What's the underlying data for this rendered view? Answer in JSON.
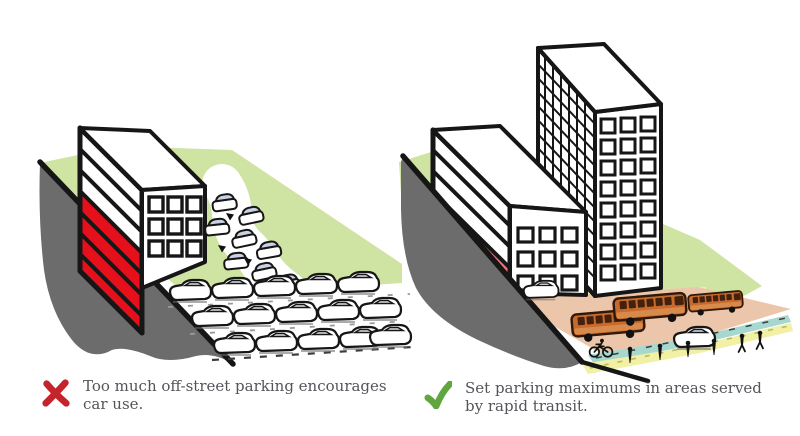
{
  "figure": {
    "left_panel": {
      "marker_icon": "x-icon",
      "marker_color": "#c4242c",
      "caption_line1": "Too much off-street parking encourages",
      "caption_line2": "car use."
    },
    "right_panel": {
      "marker_icon": "check-icon",
      "marker_color": "#5fa63f",
      "caption_line1": "Set parking maximums in areas served",
      "caption_line2": "by rapid transit."
    },
    "palette": {
      "background": "#ffffff",
      "outline": "#161616",
      "lawn_green": "#cfe3a2",
      "cliff_gray": "#6c6c6c",
      "parking_red": "#e6101c",
      "parking_pink": "#f4747c",
      "bus_orange": "#c76a2b",
      "bus_window_brown": "#43210e",
      "roadway_salmon": "#ecc6aa",
      "bike_lane_teal": "#a7d8d0",
      "sidewalk_yellow": "#f2f0a4",
      "car_white": "#ffffff",
      "caption_text": "#54555a"
    }
  }
}
